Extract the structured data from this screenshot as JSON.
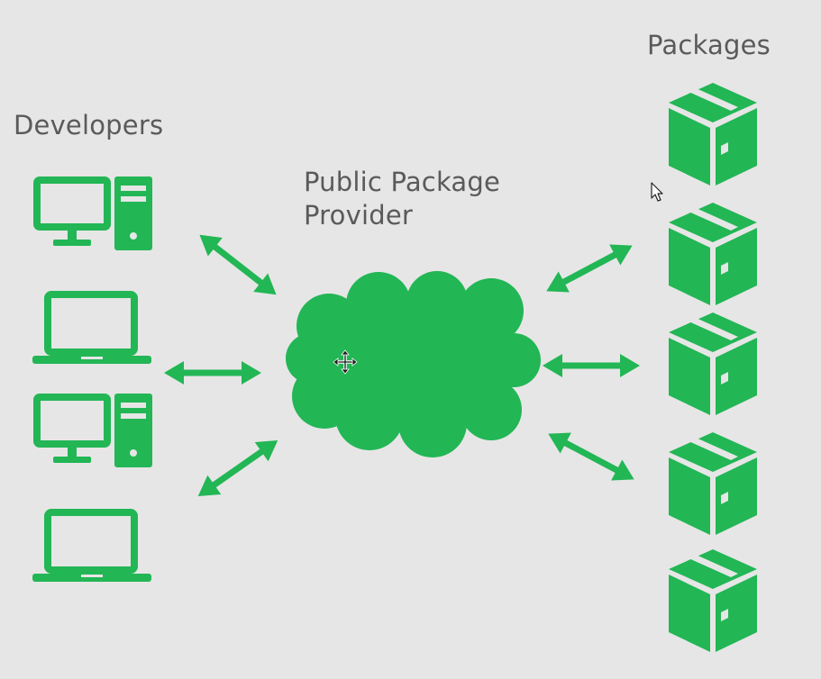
{
  "labels": {
    "developers": "Developers",
    "packages": "Packages",
    "provider_line1": "Public Package",
    "provider_line2": "Provider"
  },
  "colors": {
    "accent": "#22b655",
    "background": "#e6e6e6",
    "text": "#5a5a5a"
  },
  "icons": {
    "developers": [
      "desktop-computer-icon",
      "laptop-icon",
      "desktop-computer-icon",
      "laptop-icon"
    ],
    "packages": [
      "package-box-icon",
      "package-box-icon",
      "package-box-icon",
      "package-box-icon",
      "package-box-icon"
    ],
    "provider": "cloud-icon",
    "connections": "double-arrow-icon",
    "cursor": "mouse-pointer-icon",
    "move_cursor": "move-cursor-icon"
  }
}
